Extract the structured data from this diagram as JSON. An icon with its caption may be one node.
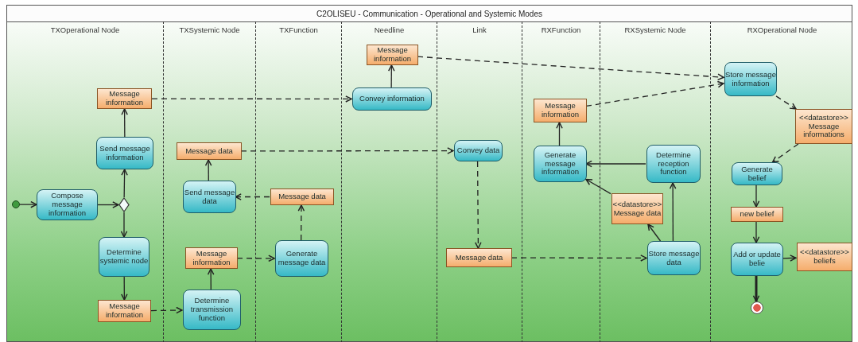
{
  "diagram": {
    "title": "C2OLISEU - Communication - Operational and Systemic Modes",
    "nodes": [
      {
        "text": [
          "TXOperational Node"
        ]
      },
      {
        "text": [
          "TXSystemic Node"
        ]
      },
      {
        "text": [
          "TXFunction"
        ]
      },
      {
        "text": [
          "Needline"
        ]
      },
      {
        "text": [
          "Link"
        ]
      },
      {
        "text": [
          "RXFunction"
        ]
      },
      {
        "text": [
          "RXSystemic Node"
        ]
      },
      {
        "text": [
          "RXOperational Node"
        ]
      },
      {
        "text": [],
        "shape": "circle",
        "in": 0
      },
      {
        "text": [
          "Compose message information"
        ],
        "in": 0
      },
      {
        "text": [],
        "shape": "diamond",
        "in": 0
      },
      {
        "text": [
          "Send message information"
        ],
        "in": 0
      },
      {
        "text": [
          "Message information"
        ],
        "in": 0
      },
      {
        "text": [
          "Determine systemic node"
        ],
        "in": 0
      },
      {
        "text": [
          "Message information"
        ],
        "in": 0
      },
      {
        "text": [
          "Message data"
        ],
        "in": 1
      },
      {
        "text": [
          "Send message data"
        ],
        "in": 1
      },
      {
        "text": [
          "Message information"
        ],
        "in": 1
      },
      {
        "text": [
          "Determine transmission function"
        ],
        "in": 1
      },
      {
        "text": [
          "Message data"
        ],
        "in": 2
      },
      {
        "text": [
          "Generate message data"
        ],
        "in": 2
      },
      {
        "text": [
          "Message information"
        ],
        "in": 3
      },
      {
        "text": [
          "Convey information"
        ],
        "in": 3
      },
      {
        "text": [
          "Convey data"
        ],
        "in": 4
      },
      {
        "text": [
          "Message data"
        ],
        "in": 4
      },
      {
        "text": [
          "Message information"
        ],
        "in": 5
      },
      {
        "text": [
          "Generate message information"
        ],
        "in": 5
      },
      {
        "text": [
          "Determine reception function"
        ],
        "in": 6
      },
      {
        "text": [
          "<<datastore>>",
          "Message data"
        ],
        "in": 6
      },
      {
        "text": [
          "Store message data"
        ],
        "in": 6
      },
      {
        "text": [
          "Store message information"
        ],
        "in": 7
      },
      {
        "text": [
          "<<datastore>>",
          "Message informations"
        ],
        "in": 7
      },
      {
        "text": [
          "Generate belief"
        ],
        "in": 7
      },
      {
        "text": [
          "new belief"
        ],
        "in": 7
      },
      {
        "text": [
          "Add or update belie"
        ],
        "in": 7
      },
      {
        "text": [
          "<<datastore>>",
          "beliefs"
        ],
        "in": 7
      },
      {
        "text": [],
        "shape": "circle",
        "in": 7
      }
    ],
    "edges": [
      {
        "from": 8,
        "to": 9,
        "arrow": "to"
      },
      {
        "from": 9,
        "to": 10,
        "arrow": "to"
      },
      {
        "from": 10,
        "to": 11,
        "arrow": "to"
      },
      {
        "from": 10,
        "to": 13,
        "arrow": "to"
      },
      {
        "from": 11,
        "to": 12,
        "arrow": "to"
      },
      {
        "from": 13,
        "to": 14,
        "arrow": "to"
      },
      {
        "from": 12,
        "to": 22,
        "arrow": "to",
        "style": "dashed"
      },
      {
        "from": 14,
        "to": 18,
        "arrow": "to",
        "style": "dashed"
      },
      {
        "from": 18,
        "to": 17,
        "arrow": "to"
      },
      {
        "from": 17,
        "to": 20,
        "arrow": "to",
        "style": "dashed"
      },
      {
        "from": 20,
        "to": 19,
        "arrow": "to",
        "style": "dashed"
      },
      {
        "from": 19,
        "to": 16,
        "arrow": "to",
        "style": "dashed"
      },
      {
        "from": 16,
        "to": 15,
        "arrow": "to"
      },
      {
        "from": 15,
        "to": 23,
        "arrow": "to",
        "style": "dashed"
      },
      {
        "from": 22,
        "to": 21,
        "arrow": "to"
      },
      {
        "from": 21,
        "to": 30,
        "arrow": "to",
        "style": "dashed"
      },
      {
        "from": 23,
        "to": 24,
        "arrow": "to",
        "style": "dashed"
      },
      {
        "from": 24,
        "to": 29,
        "arrow": "to",
        "style": "dashed"
      },
      {
        "from": 29,
        "to": 27,
        "arrow": "to"
      },
      {
        "from": 29,
        "to": 28,
        "arrow": "to"
      },
      {
        "from": 28,
        "to": 26,
        "arrow": "to"
      },
      {
        "from": 27,
        "to": 26,
        "arrow": "to"
      },
      {
        "from": 26,
        "to": 25,
        "arrow": "to"
      },
      {
        "from": 25,
        "to": 30,
        "arrow": "to",
        "style": "dashed"
      },
      {
        "from": 30,
        "to": 31,
        "arrow": "to",
        "style": "dashed"
      },
      {
        "from": 31,
        "to": 32,
        "arrow": "to",
        "style": "dashed"
      },
      {
        "from": 32,
        "to": 33,
        "arrow": "to"
      },
      {
        "from": 33,
        "to": 34,
        "arrow": "to"
      },
      {
        "from": 34,
        "to": 35,
        "arrow": "to"
      },
      {
        "from": 34,
        "to": 36,
        "arrow": "to",
        "style": "thick"
      }
    ]
  }
}
